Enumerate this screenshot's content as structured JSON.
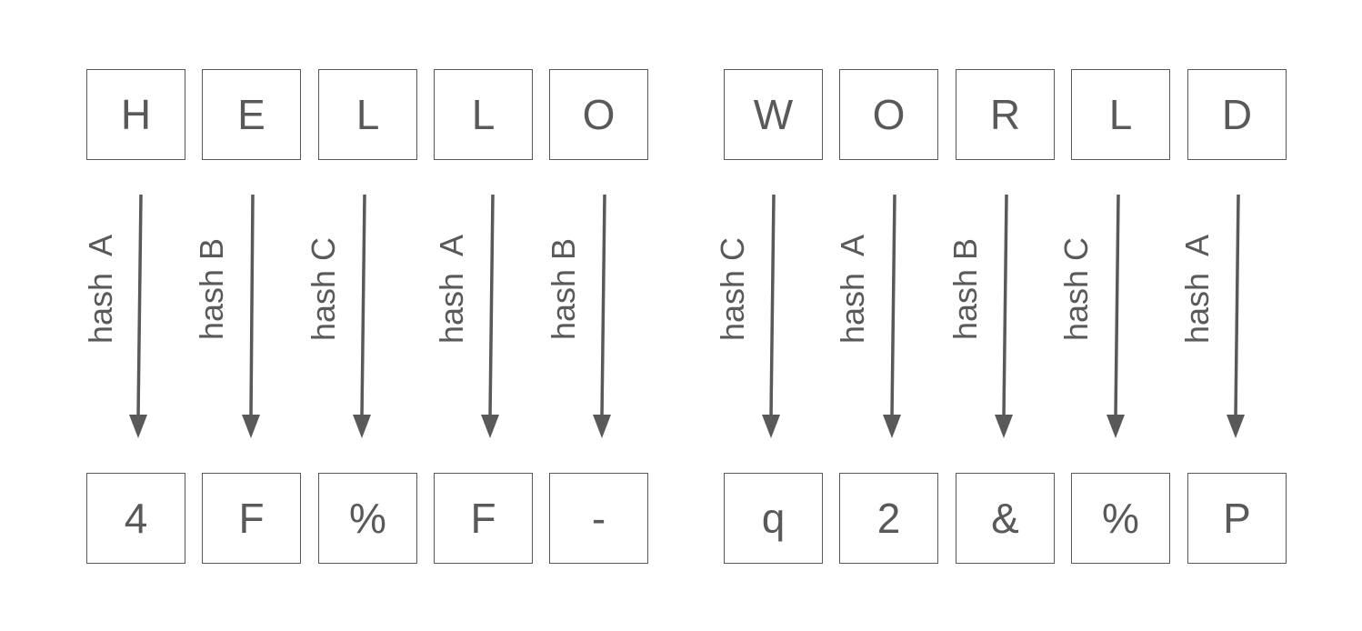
{
  "colors": {
    "ink": "#595959",
    "background": "#ffffff"
  },
  "inputs": [
    {
      "word": "HELLO",
      "letters": [
        "H",
        "E",
        "L",
        "L",
        "O"
      ]
    },
    {
      "word": "WORLD",
      "letters": [
        "W",
        "O",
        "R",
        "L",
        "D"
      ]
    }
  ],
  "hash_labels": [
    [
      "hash  A",
      "hash B",
      "hash C",
      "hash  A",
      "hash B"
    ],
    [
      "hash C",
      "hash  A",
      "hash B",
      "hash C",
      "hash  A"
    ]
  ],
  "outputs": [
    [
      "4",
      "F",
      "%",
      "F",
      "-"
    ],
    [
      "q",
      "2",
      "&",
      "%",
      "P"
    ]
  ]
}
